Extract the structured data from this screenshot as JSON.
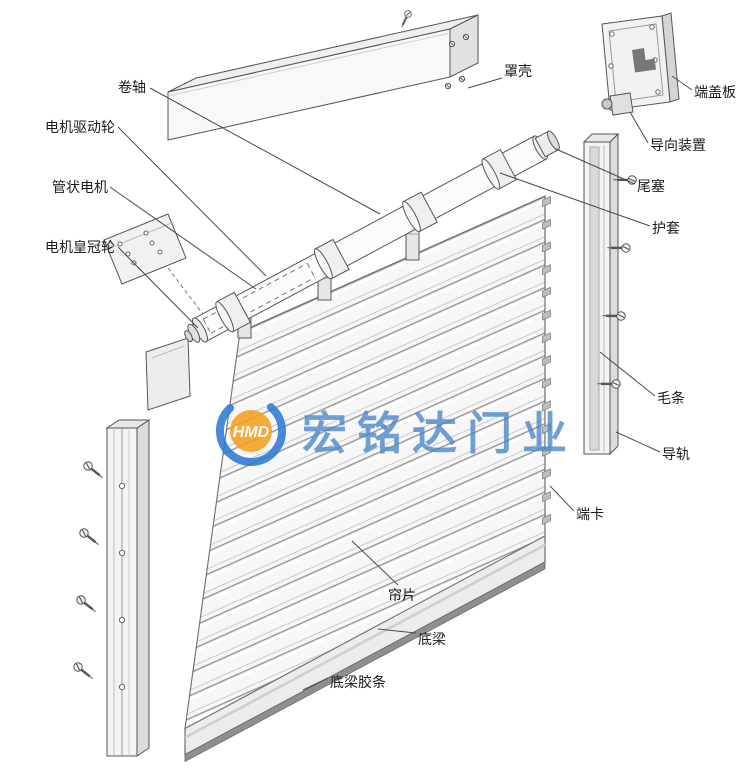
{
  "watermark": {
    "logo_text": "HMD",
    "brand_text": "宏铭达门业"
  },
  "colors": {
    "watermark_blue": "#2e7bd3",
    "watermark_orange": "#f6a01e",
    "brand_blue": "#4b87c9",
    "outline": "#555555"
  },
  "labels": {
    "roller_shaft": "卷轴",
    "housing": "罩壳",
    "end_cover_plate": "端盖板",
    "guide_device": "导向装置",
    "tail_plug": "尾塞",
    "protective_sleeve": "护套",
    "brush_strip": "毛条",
    "guide_rail": "导轨",
    "end_clip": "端卡",
    "curtain_slat": "帘片",
    "bottom_beam": "底梁",
    "bottom_beam_rubber_strip": "底梁胶条",
    "motor_drive_wheel": "电机驱动轮",
    "tubular_motor": "管状电机",
    "motor_crown_wheel": "电机皇冠轮"
  }
}
